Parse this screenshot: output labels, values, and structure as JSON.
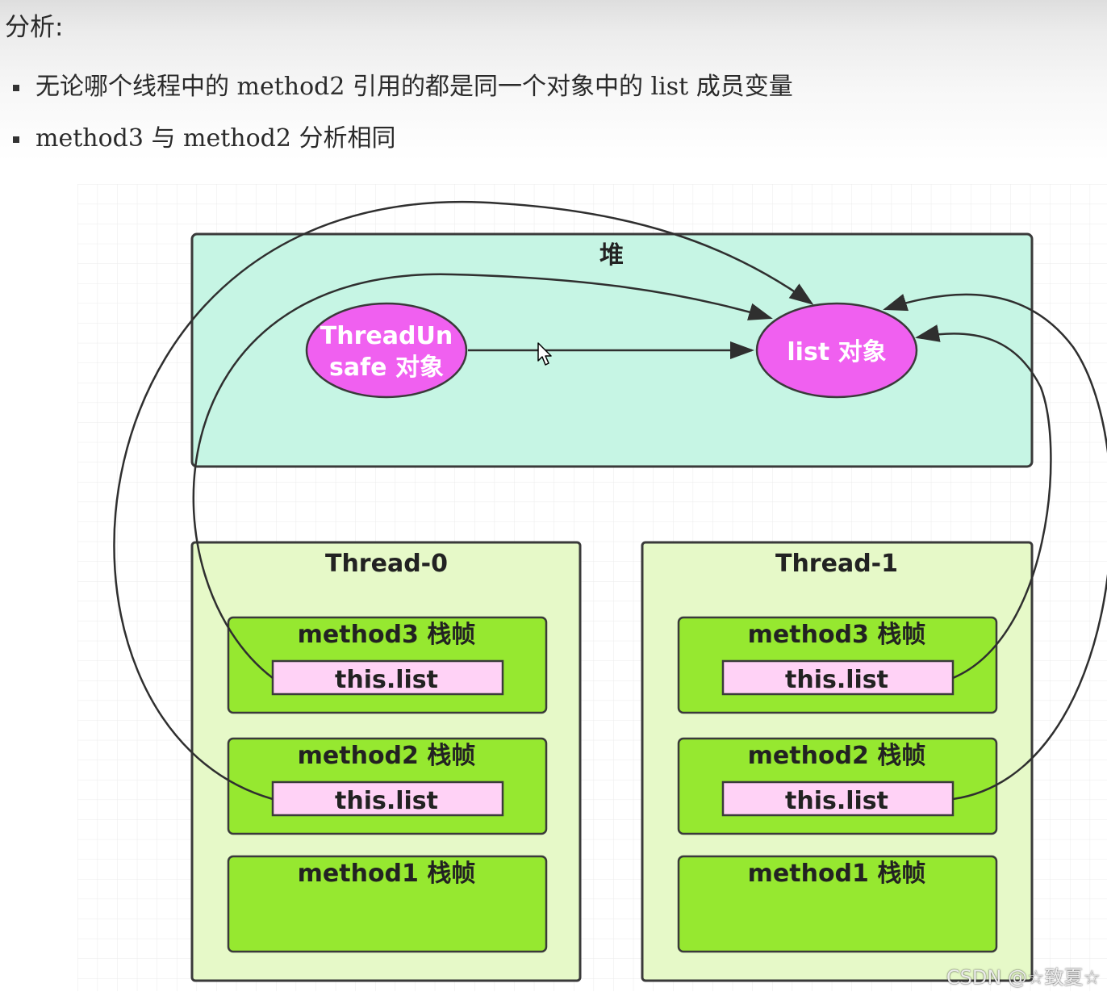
{
  "heading": "分析:",
  "bullets": [
    "无论哪个线程中的 method2 引用的都是同一个对象中的 list 成员变量",
    "method3 与 method2 分析相同"
  ],
  "diagram": {
    "heap_title": "堆",
    "threadunsafe_line1": "ThreadUn",
    "threadunsafe_line2": "safe 对象",
    "list_object": "list 对象",
    "threads": [
      {
        "title": "Thread-0",
        "frames": [
          {
            "label": "method3 栈帧",
            "field": "this.list"
          },
          {
            "label": "method2 栈帧",
            "field": "this.list"
          },
          {
            "label": "method1 栈帧"
          }
        ]
      },
      {
        "title": "Thread-1",
        "frames": [
          {
            "label": "method3 栈帧",
            "field": "this.list"
          },
          {
            "label": "method2 栈帧",
            "field": "this.list"
          },
          {
            "label": "method1 栈帧"
          }
        ]
      }
    ],
    "colors": {
      "heap_fill": "#c6f5e4",
      "thread_fill": "#e6f9c8",
      "frame_fill": "#96e830",
      "field_fill": "#ffd2f6",
      "object_fill": "#f060f0"
    }
  },
  "watermark": "CSDN @☆致夏☆"
}
